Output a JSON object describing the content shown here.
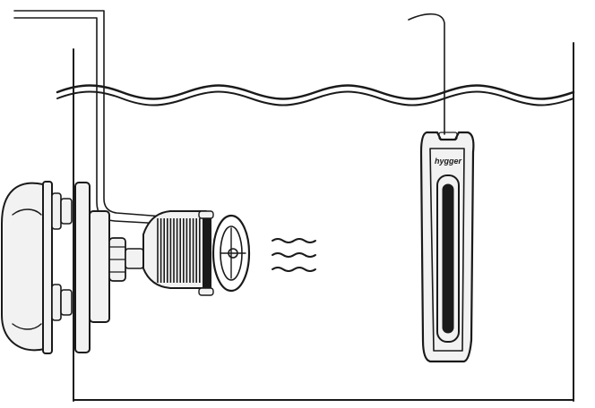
{
  "diagram": {
    "brand_label": "hygger",
    "colors": {
      "ink": "#1a1a1a",
      "background": "#ffffff",
      "body_fill": "#f2f2f2"
    },
    "parts": [
      "aquarium-tank",
      "water-surface",
      "wave-pump",
      "magnetic-mount",
      "wave-pump-cable",
      "water-flow",
      "heater",
      "heater-cable"
    ]
  }
}
